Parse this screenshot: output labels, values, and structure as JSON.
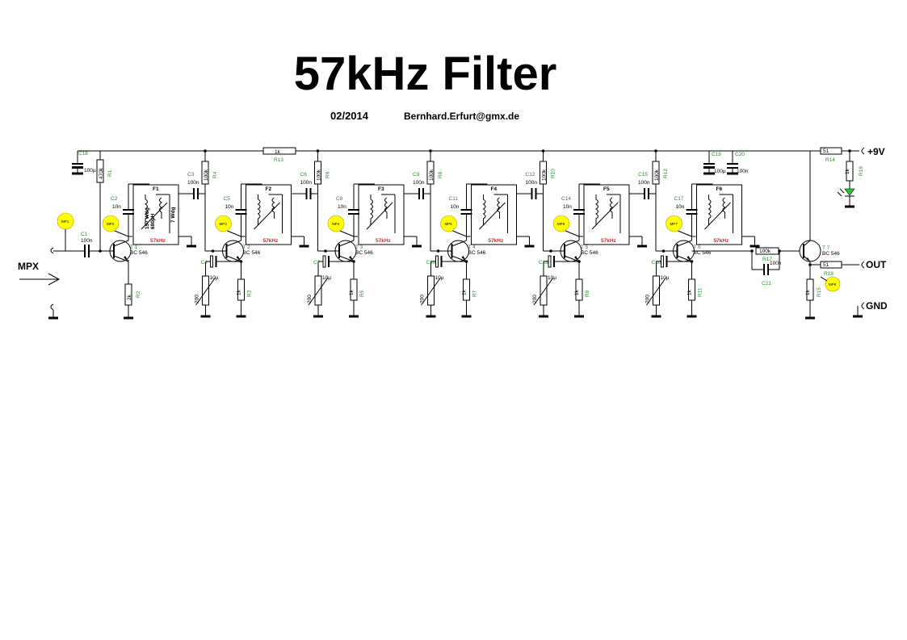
{
  "title": "57kHz Filter",
  "date": "02/2014",
  "author_email": "Bernhard.Erfurt@gmx.de",
  "terminals": {
    "input": "MPX",
    "supply": "+9V",
    "output": "OUT",
    "ground": "GND"
  },
  "input_stage": {
    "c18": "C18",
    "c18_val": "100µ",
    "c1": "C1",
    "c1_val": "100n",
    "r1": "R1",
    "r1_val": "470k",
    "r2": "R2",
    "r2_val": "2k",
    "mp1": "MP1"
  },
  "coil_label": {
    "primary": "157 Wdg",
    "inductance": "680µH",
    "secondary": "7 Wdg"
  },
  "stages": [
    {
      "filter": "F1",
      "freq": "57kHz",
      "transistor": "T 1",
      "type": "BC 546",
      "c_tank": "C2",
      "c_tank_val": "10n",
      "c_couple": "C3",
      "c_couple_val": "100n",
      "r_bias": "R4",
      "r_bias_val": "100k",
      "c_emit": "",
      "c_emit_val": "",
      "r_emit": "",
      "r_emit_val": "",
      "pot_val": "",
      "mp": "MP2"
    },
    {
      "filter": "F2",
      "freq": "57kHz",
      "transistor": "T 2",
      "type": "BC 546",
      "c_tank": "C5",
      "c_tank_val": "10n",
      "c_couple": "C6",
      "c_couple_val": "100n",
      "r_bias": "R6",
      "r_bias_val": "100k",
      "c_emit": "C4",
      "c_emit_val": "10µ",
      "r_emit": "R3",
      "r_emit_val": "1k",
      "pot_val": "200",
      "mp": "MP3"
    },
    {
      "filter": "F3",
      "freq": "57kHz",
      "transistor": "T 3",
      "type": "BC 546",
      "c_tank": "C8",
      "c_tank_val": "10n",
      "c_couple": "C9",
      "c_couple_val": "100n",
      "r_bias": "R8",
      "r_bias_val": "100k",
      "c_emit": "C7",
      "c_emit_val": "10µ",
      "r_emit": "R5",
      "r_emit_val": "1k",
      "pot_val": "200",
      "mp": "MP4"
    },
    {
      "filter": "F4",
      "freq": "57kHz",
      "transistor": "T 4",
      "type": "BC 546",
      "c_tank": "C11",
      "c_tank_val": "10n",
      "c_couple": "C12",
      "c_couple_val": "100n",
      "r_bias": "R10",
      "r_bias_val": "100k",
      "c_emit": "C10",
      "c_emit_val": "10µ",
      "r_emit": "R7",
      "r_emit_val": "1k",
      "pot_val": "200",
      "mp": "MP5"
    },
    {
      "filter": "F5",
      "freq": "57kHz",
      "transistor": "T 5",
      "type": "BC 546",
      "c_tank": "C14",
      "c_tank_val": "10n",
      "c_couple": "C15",
      "c_couple_val": "100n",
      "r_bias": "R12",
      "r_bias_val": "100k",
      "c_emit": "C13",
      "c_emit_val": "10µ",
      "r_emit": "R9",
      "r_emit_val": "1k",
      "pot_val": "200",
      "mp": "MP6"
    },
    {
      "filter": "F6",
      "freq": "57kHz",
      "transistor": "T 6",
      "type": "BC 546",
      "c_tank": "C17",
      "c_tank_val": "10n",
      "c_couple": "",
      "c_couple_val": "",
      "r_bias": "",
      "r_bias_val": "",
      "c_emit": "C16",
      "c_emit_val": "10µ",
      "r_emit": "R11",
      "r_emit_val": "1k",
      "pot_val": "200",
      "mp": "MP7"
    }
  ],
  "r13": {
    "name": "R13",
    "val": "1k"
  },
  "output_stage": {
    "c19": "C19",
    "c19_val": "100µ",
    "c20": "C20",
    "c20_val": "100n",
    "r17": "R17",
    "r17_val": "100k",
    "c21": "C21",
    "c21_val": "100n",
    "t7": "T 7",
    "t7_type": "BC 546",
    "r14": "R14",
    "r14_val": "51",
    "r19": "R19",
    "r19_val": "1k",
    "r18": "R18",
    "r18_val": "51",
    "r15": "R15",
    "r15_val": "1k",
    "mp8": "MP8"
  },
  "colors": {
    "labels": "#2a8c2a",
    "freq": "#e02020",
    "test_points": "#ffff00",
    "led": "#22cc22"
  }
}
